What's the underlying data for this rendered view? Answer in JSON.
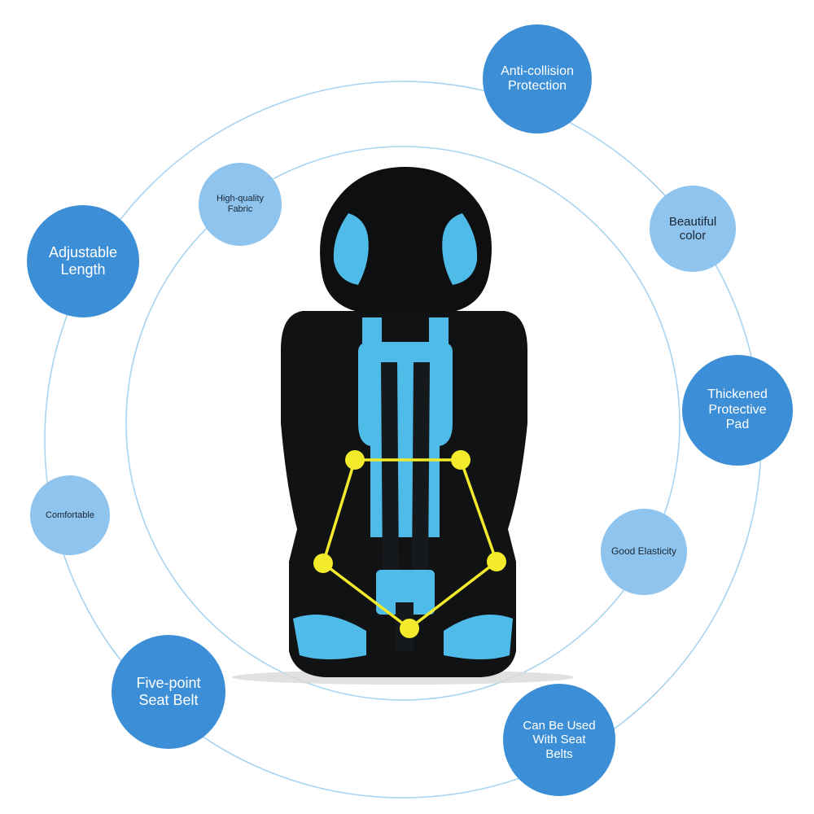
{
  "colors": {
    "bubble_dark": "#3c8fd6",
    "bubble_light": "#8ec4ee",
    "ring_line": "#a9d4ef",
    "seat_black": "#101214",
    "seat_blue": "#4fbbe8",
    "harness_marker": "#f2ea2a"
  },
  "product": {
    "icon": "child-car-seat-icon"
  },
  "features": [
    {
      "id": "anti-collision",
      "label": "Anti-collision\nProtection"
    },
    {
      "id": "beautiful-color",
      "label": "Beautiful\ncolor"
    },
    {
      "id": "thickened-pad",
      "label": "Thickened\nProtective\nPad"
    },
    {
      "id": "good-elasticity",
      "label": "Good Elasticity"
    },
    {
      "id": "seat-belts",
      "label": "Can Be Used\nWith Seat\nBelts"
    },
    {
      "id": "five-point",
      "label": "Five-point\nSeat Belt"
    },
    {
      "id": "comfortable",
      "label": "Comfortable"
    },
    {
      "id": "adjustable-length",
      "label": "Adjustable\nLength"
    },
    {
      "id": "high-quality-fabric",
      "label": "High-quality\nFabric"
    }
  ]
}
